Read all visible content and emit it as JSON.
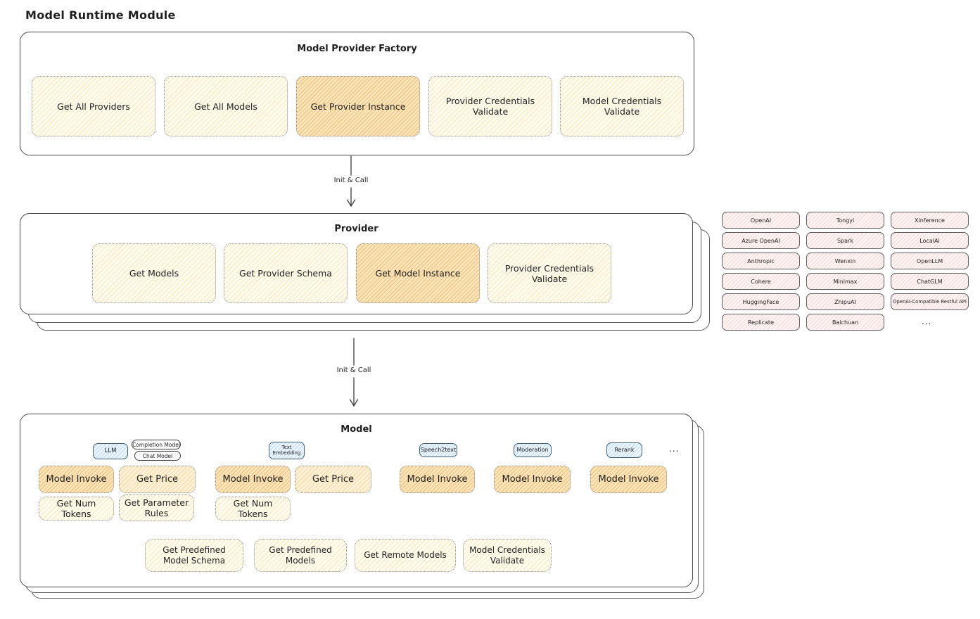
{
  "title": "Model Runtime Module",
  "factory": {
    "title": "Model Provider Factory",
    "buttons": [
      {
        "label": "Get All Providers"
      },
      {
        "label": "Get All Models"
      },
      {
        "label": "Get Provider Instance"
      },
      {
        "label": "Provider Credentials Validate"
      },
      {
        "label": "Model Credentials Validate"
      }
    ]
  },
  "arrow1": {
    "label": "Init & Call"
  },
  "arrow2": {
    "label": "Init & Call"
  },
  "provider": {
    "title": "Provider",
    "buttons": [
      {
        "label": "Get Models"
      },
      {
        "label": "Get Provider Schema"
      },
      {
        "label": "Get Model Instance"
      },
      {
        "label": "Provider Credentials Validate"
      }
    ]
  },
  "providers_grid": {
    "items": [
      "OpenAI",
      "Tongyi",
      "Xinference",
      "Azure OpenAI",
      "Spark",
      "LocalAI",
      "Anthropic",
      "Wenxin",
      "OpenLLM",
      "Cohere",
      "Minimax",
      "ChatGLM",
      "HuggingFace",
      "ZhipuAI",
      "OpenAI-Compatible Restful API",
      "Replicate",
      "Baichuan"
    ],
    "more": "..."
  },
  "model": {
    "title": "Model",
    "tabs": [
      {
        "label": "LLM"
      },
      {
        "label": "Completion Model"
      },
      {
        "label": "Chat Model"
      },
      {
        "label": "Text Embedding"
      },
      {
        "label": "Speech2text"
      },
      {
        "label": "Moderation"
      },
      {
        "label": "Rerank"
      }
    ],
    "tabs_more": "...",
    "row1": [
      {
        "label": "Model Invoke"
      },
      {
        "label": "Get Price"
      },
      {
        "label": "Model Invoke"
      },
      {
        "label": "Get Price"
      },
      {
        "label": "Model Invoke"
      },
      {
        "label": "Model Invoke"
      },
      {
        "label": "Model Invoke"
      }
    ],
    "row2": [
      {
        "label": "Get Num Tokens"
      },
      {
        "label": "Get Parameter Rules"
      },
      {
        "label": "Get Num Tokens"
      }
    ],
    "row3": [
      {
        "label": "Get Predefined Model Schema"
      },
      {
        "label": "Get Predefined Models"
      },
      {
        "label": "Get Remote Models"
      },
      {
        "label": "Model Credentials Validate"
      }
    ]
  },
  "colors": {
    "highlight_orange": "#f5c26b",
    "light_yellow": "#fffbee",
    "pink": "#fef4f4",
    "blue": "#ebf4fb",
    "stroke": "#494949"
  }
}
